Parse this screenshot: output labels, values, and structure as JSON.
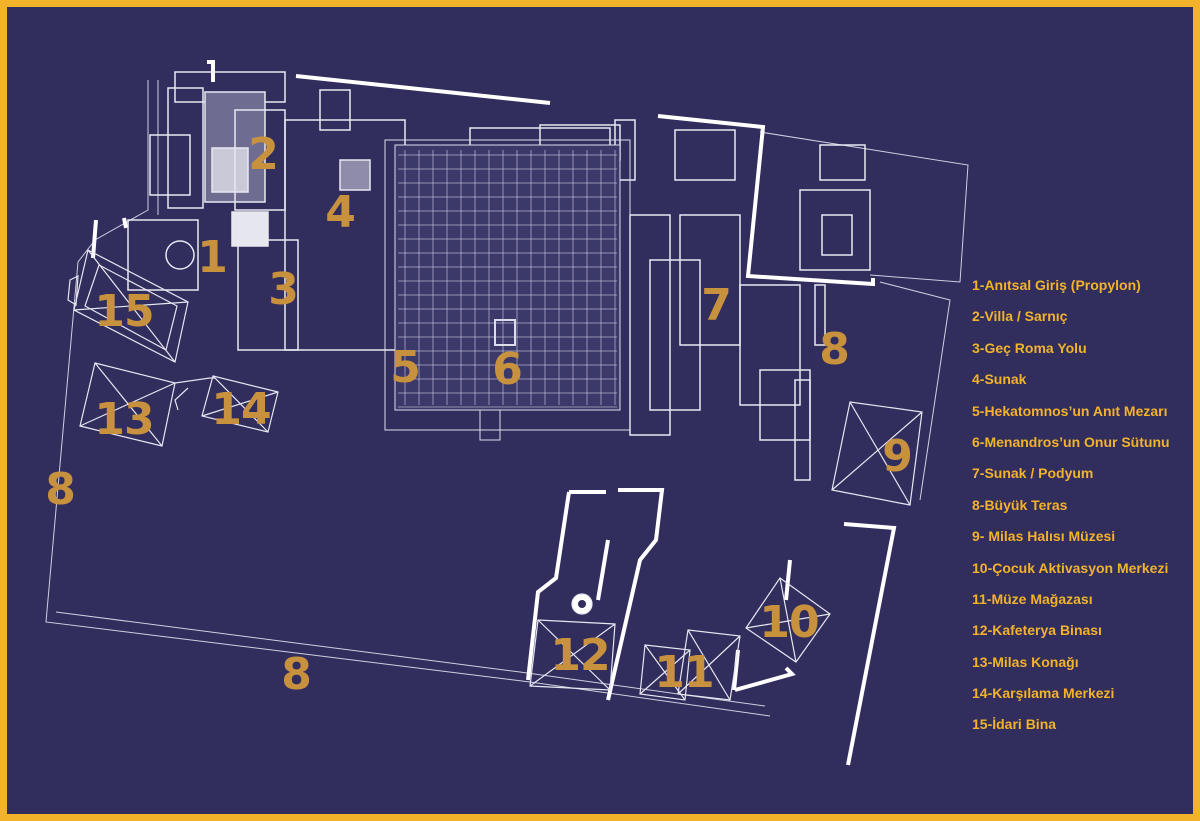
{
  "colors": {
    "frame": "#f2b22a",
    "background": "#312e5e",
    "plan_lines": "#ffffff",
    "labels": "#c8913e",
    "legend_text": "#f2b22a"
  },
  "map_labels": {
    "n1": "1",
    "n2": "2",
    "n3": "3",
    "n4": "4",
    "n5": "5",
    "n6": "6",
    "n7": "7",
    "n8a": "8",
    "n8b": "8",
    "n8c": "8",
    "n9": "9",
    "n10": "10",
    "n11": "11",
    "n12": "12",
    "n13": "13",
    "n14": "14",
    "n15": "15"
  },
  "legend": [
    "1-Anıtsal Giriş (Propylon)",
    "2-Villa / Sarnıç",
    "3-Geç Roma Yolu",
    "4-Sunak",
    "5-Hekatomnos’un Anıt Mezarı",
    "6-Menandros’un Onur Sütunu",
    "7-Sunak / Podyum",
    "8-Büyük Teras",
    "9- Milas Halısı Müzesi",
    "10-Çocuk Aktivasyon Merkezi",
    "11-Müze Mağazası",
    "12-Kafeterya Binası",
    "13-Milas Konağı",
    "14-Karşılama Merkezi",
    "15-İdari Bina"
  ]
}
